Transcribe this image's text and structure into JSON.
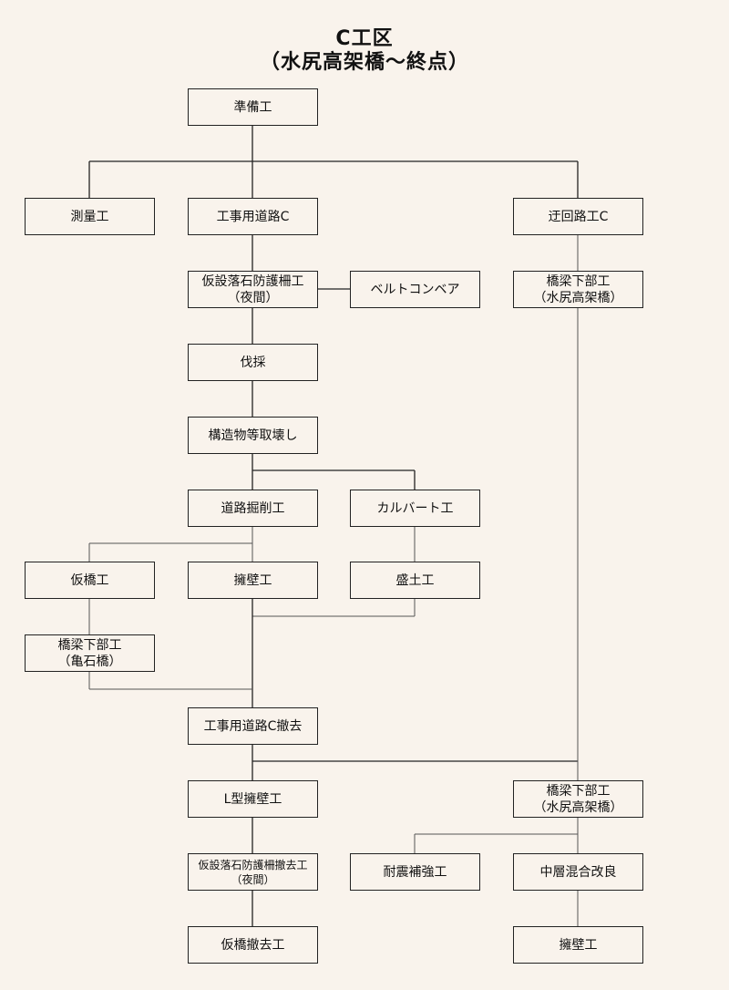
{
  "title": {
    "line1": "C工区",
    "line2": "（水尻高架橋～終点）"
  },
  "nodes": {
    "junbi": "準備工",
    "sokuryo": "測量工",
    "koujidoro": "工事用道路C",
    "ukairo": "迂回路工C",
    "karasetsu": "仮設落石防護柵工\n（夜間）",
    "belt": "ベルトコンベア",
    "kyoryo1": "橋梁下部工\n（水尻高架橋）",
    "bassai": "伐採",
    "kozobutsu": "構造物等取壊し",
    "dorokussaku": "道路掘削工",
    "culvert": "カルバート工",
    "karihashi": "仮橋工",
    "yoheki1": "擁壁工",
    "morido": "盛土工",
    "kyoryo2": "橋梁下部工\n（亀石橋）",
    "tekkyo": "工事用道路C撤去",
    "ltype": "L型擁壁工",
    "kyoryo3": "橋梁下部工\n（水尻高架橋）",
    "karasetsu_tekkyo": "仮設落石防護柵撤去工\n（夜間）",
    "taishin": "耐震補強工",
    "chuso": "中層混合改良",
    "karihashi_tekkyo": "仮橋撤去工",
    "yoheki2": "擁壁工"
  }
}
